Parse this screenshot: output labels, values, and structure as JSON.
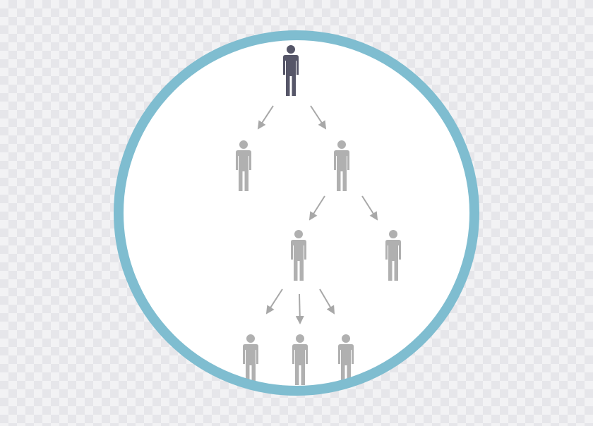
{
  "colors": {
    "ring": "#7fbdd0",
    "ring_fill": "#ffffff",
    "root_person": "#565668",
    "person": "#b0b0b0",
    "arrow": "#a8a8a8"
  },
  "icons": {
    "person": "person-icon",
    "arrow": "arrow-down-icon"
  },
  "tree": {
    "root": "root-person",
    "levels": [
      [
        "root-person"
      ],
      [
        "level1-left-person",
        "level1-right-person"
      ],
      [
        "level2-left-person",
        "level2-right-person"
      ],
      [
        "level3-left-person",
        "level3-middle-person",
        "level3-right-person"
      ]
    ],
    "edges": [
      [
        "root-person",
        "level1-left-person"
      ],
      [
        "root-person",
        "level1-right-person"
      ],
      [
        "level1-right-person",
        "level2-left-person"
      ],
      [
        "level1-right-person",
        "level2-right-person"
      ],
      [
        "level2-left-person",
        "level3-left-person"
      ],
      [
        "level2-left-person",
        "level3-middle-person"
      ],
      [
        "level2-left-person",
        "level3-right-person"
      ]
    ]
  }
}
